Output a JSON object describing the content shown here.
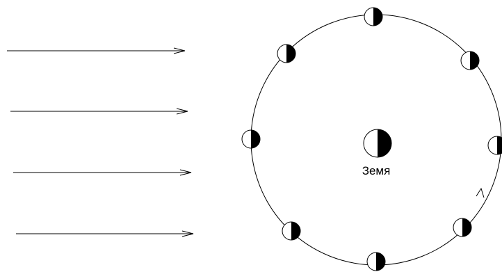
{
  "diagram": {
    "earth_label": "Земя",
    "sunlight_arrows": 4,
    "moon_positions": 8,
    "colors": {
      "stroke": "#000000",
      "background": "#ffffff",
      "shadow": "#000000"
    }
  }
}
